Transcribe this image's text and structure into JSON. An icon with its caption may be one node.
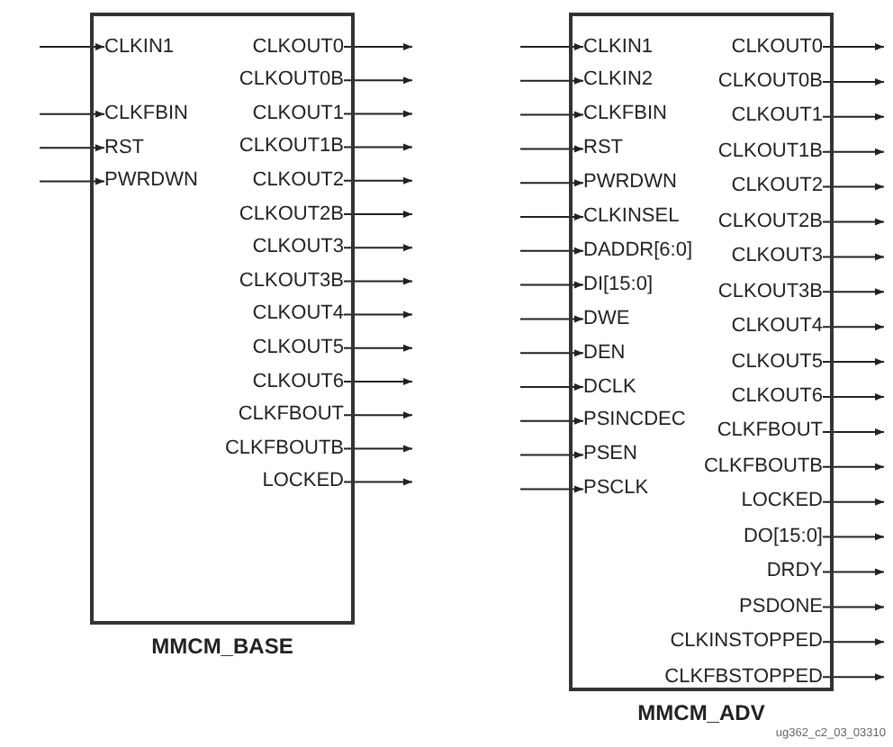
{
  "diagram": {
    "nodes": [
      {
        "text": [
          "MMCM_BASE"
        ]
      },
      {
        "text": [
          "CLKIN1"
        ],
        "in": 0
      },
      {
        "text": [
          "CLKFBIN"
        ],
        "in": 0
      },
      {
        "text": [
          "RST"
        ],
        "in": 0
      },
      {
        "text": [
          "PWRDWN"
        ],
        "in": 0
      },
      {
        "text": [
          "CLKOUT0"
        ],
        "in": 0
      },
      {
        "text": [
          "CLKOUT0B"
        ],
        "in": 0
      },
      {
        "text": [
          "CLKOUT1"
        ],
        "in": 0
      },
      {
        "text": [
          "CLKOUT1B"
        ],
        "in": 0
      },
      {
        "text": [
          "CLKOUT2"
        ],
        "in": 0
      },
      {
        "text": [
          "CLKOUT2B"
        ],
        "in": 0
      },
      {
        "text": [
          "CLKOUT3"
        ],
        "in": 0
      },
      {
        "text": [
          "CLKOUT3B"
        ],
        "in": 0
      },
      {
        "text": [
          "CLKOUT4"
        ],
        "in": 0
      },
      {
        "text": [
          "CLKOUT5"
        ],
        "in": 0
      },
      {
        "text": [
          "CLKOUT6"
        ],
        "in": 0
      },
      {
        "text": [
          "CLKFBOUT"
        ],
        "in": 0
      },
      {
        "text": [
          "CLKFBOUTB"
        ],
        "in": 0
      },
      {
        "text": [
          "LOCKED"
        ],
        "in": 0
      },
      {
        "text": [
          "MMCM_ADV"
        ]
      },
      {
        "text": [
          "CLKIN1"
        ],
        "in": 19
      },
      {
        "text": [
          "CLKIN2"
        ],
        "in": 19
      },
      {
        "text": [
          "CLKFBIN"
        ],
        "in": 19
      },
      {
        "text": [
          "RST"
        ],
        "in": 19
      },
      {
        "text": [
          "PWRDWN"
        ],
        "in": 19
      },
      {
        "text": [
          "CLKINSEL"
        ],
        "in": 19
      },
      {
        "text": [
          "DADDR[6:0]"
        ],
        "in": 19
      },
      {
        "text": [
          "DI[15:0]"
        ],
        "in": 19
      },
      {
        "text": [
          "DWE"
        ],
        "in": 19
      },
      {
        "text": [
          "DEN"
        ],
        "in": 19
      },
      {
        "text": [
          "DCLK"
        ],
        "in": 19
      },
      {
        "text": [
          "PSINCDEC"
        ],
        "in": 19
      },
      {
        "text": [
          "PSEN"
        ],
        "in": 19
      },
      {
        "text": [
          "PSCLK"
        ],
        "in": 19
      },
      {
        "text": [
          "CLKOUT0"
        ],
        "in": 19
      },
      {
        "text": [
          "CLKOUT0B"
        ],
        "in": 19
      },
      {
        "text": [
          "CLKOUT1"
        ],
        "in": 19
      },
      {
        "text": [
          "CLKOUT1B"
        ],
        "in": 19
      },
      {
        "text": [
          "CLKOUT2"
        ],
        "in": 19
      },
      {
        "text": [
          "CLKOUT2B"
        ],
        "in": 19
      },
      {
        "text": [
          "CLKOUT3"
        ],
        "in": 19
      },
      {
        "text": [
          "CLKOUT3B"
        ],
        "in": 19
      },
      {
        "text": [
          "CLKOUT4"
        ],
        "in": 19
      },
      {
        "text": [
          "CLKOUT5"
        ],
        "in": 19
      },
      {
        "text": [
          "CLKOUT6"
        ],
        "in": 19
      },
      {
        "text": [
          "CLKFBOUT"
        ],
        "in": 19
      },
      {
        "text": [
          "CLKFBOUTB"
        ],
        "in": 19
      },
      {
        "text": [
          "LOCKED"
        ],
        "in": 19
      },
      {
        "text": [
          "DO[15:0]"
        ],
        "in": 19
      },
      {
        "text": [
          "DRDY"
        ],
        "in": 19
      },
      {
        "text": [
          "PSDONE"
        ],
        "in": 19
      },
      {
        "text": [
          "CLKINSTOPPED"
        ],
        "in": 19
      },
      {
        "text": [
          "CLKFBSTOPPED"
        ],
        "in": 19
      }
    ],
    "edges": [
      {
        "from": null,
        "to": 1,
        "arrow": "to"
      },
      {
        "from": null,
        "to": 2,
        "arrow": "to"
      },
      {
        "from": null,
        "to": 3,
        "arrow": "to"
      },
      {
        "from": null,
        "to": 4,
        "arrow": "to"
      },
      {
        "from": 5,
        "to": null,
        "arrow": "to"
      },
      {
        "from": 6,
        "to": null,
        "arrow": "to"
      },
      {
        "from": 7,
        "to": null,
        "arrow": "to"
      },
      {
        "from": 8,
        "to": null,
        "arrow": "to"
      },
      {
        "from": 9,
        "to": null,
        "arrow": "to"
      },
      {
        "from": 10,
        "to": null,
        "arrow": "to"
      },
      {
        "from": 11,
        "to": null,
        "arrow": "to"
      },
      {
        "from": 12,
        "to": null,
        "arrow": "to"
      },
      {
        "from": 13,
        "to": null,
        "arrow": "to"
      },
      {
        "from": 14,
        "to": null,
        "arrow": "to"
      },
      {
        "from": 15,
        "to": null,
        "arrow": "to"
      },
      {
        "from": 16,
        "to": null,
        "arrow": "to"
      },
      {
        "from": 17,
        "to": null,
        "arrow": "to"
      },
      {
        "from": 18,
        "to": null,
        "arrow": "to"
      },
      {
        "from": null,
        "to": 20,
        "arrow": "to"
      },
      {
        "from": null,
        "to": 21,
        "arrow": "to"
      },
      {
        "from": null,
        "to": 22,
        "arrow": "to"
      },
      {
        "from": null,
        "to": 23,
        "arrow": "to"
      },
      {
        "from": null,
        "to": 24,
        "arrow": "to"
      },
      {
        "from": null,
        "to": 25,
        "arrow": "to"
      },
      {
        "from": null,
        "to": 26,
        "arrow": "to"
      },
      {
        "from": null,
        "to": 27,
        "arrow": "to"
      },
      {
        "from": null,
        "to": 28,
        "arrow": "to"
      },
      {
        "from": null,
        "to": 29,
        "arrow": "to"
      },
      {
        "from": null,
        "to": 30,
        "arrow": "to"
      },
      {
        "from": null,
        "to": 31,
        "arrow": "to"
      },
      {
        "from": null,
        "to": 32,
        "arrow": "to"
      },
      {
        "from": null,
        "to": 33,
        "arrow": "to"
      },
      {
        "from": 34,
        "to": null,
        "arrow": "to"
      },
      {
        "from": 35,
        "to": null,
        "arrow": "to"
      },
      {
        "from": 36,
        "to": null,
        "arrow": "to"
      },
      {
        "from": 37,
        "to": null,
        "arrow": "to"
      },
      {
        "from": 38,
        "to": null,
        "arrow": "to"
      },
      {
        "from": 39,
        "to": null,
        "arrow": "to"
      },
      {
        "from": 40,
        "to": null,
        "arrow": "to"
      },
      {
        "from": 41,
        "to": null,
        "arrow": "to"
      },
      {
        "from": 42,
        "to": null,
        "arrow": "to"
      },
      {
        "from": 43,
        "to": null,
        "arrow": "to"
      },
      {
        "from": 44,
        "to": null,
        "arrow": "to"
      },
      {
        "from": 45,
        "to": null,
        "arrow": "to"
      },
      {
        "from": 46,
        "to": null,
        "arrow": "to"
      },
      {
        "from": 47,
        "to": null,
        "arrow": "to"
      },
      {
        "from": 48,
        "to": null,
        "arrow": "to"
      },
      {
        "from": 49,
        "to": null,
        "arrow": "to"
      },
      {
        "from": 50,
        "to": null,
        "arrow": "to"
      },
      {
        "from": 51,
        "to": null,
        "arrow": "to"
      },
      {
        "from": 52,
        "to": null,
        "arrow": "to"
      }
    ],
    "labels": [
      "ug362_c2_03_03310"
    ]
  }
}
